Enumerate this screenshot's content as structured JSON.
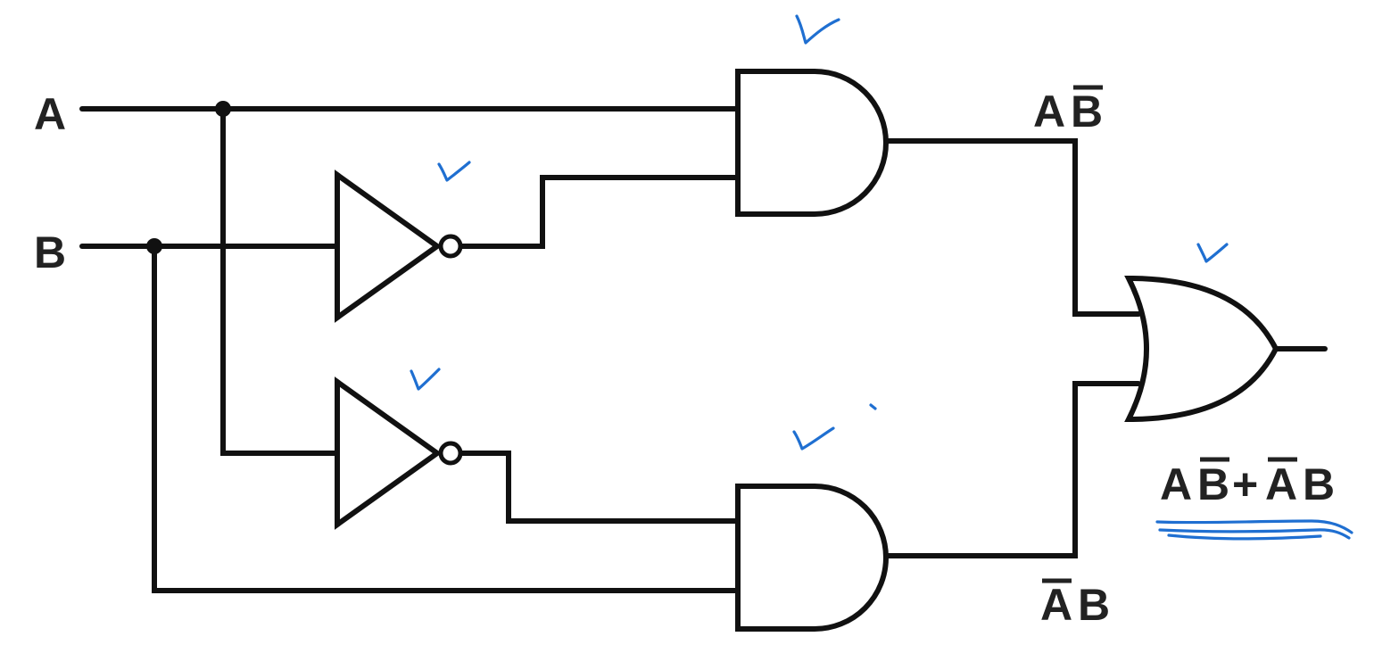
{
  "diagram": {
    "inputs": {
      "a": "A",
      "b": "B"
    },
    "and_top_output": {
      "prefix": "A",
      "barred": "B"
    },
    "and_bottom_output": {
      "barred": "A",
      "suffix": "B"
    },
    "or_output": {
      "t1": "A",
      "t2": "B",
      "plus": "+",
      "t3": "A",
      "t4": "B"
    },
    "colors": {
      "wire": "#111111",
      "annotation": "#1f6fd1"
    }
  }
}
